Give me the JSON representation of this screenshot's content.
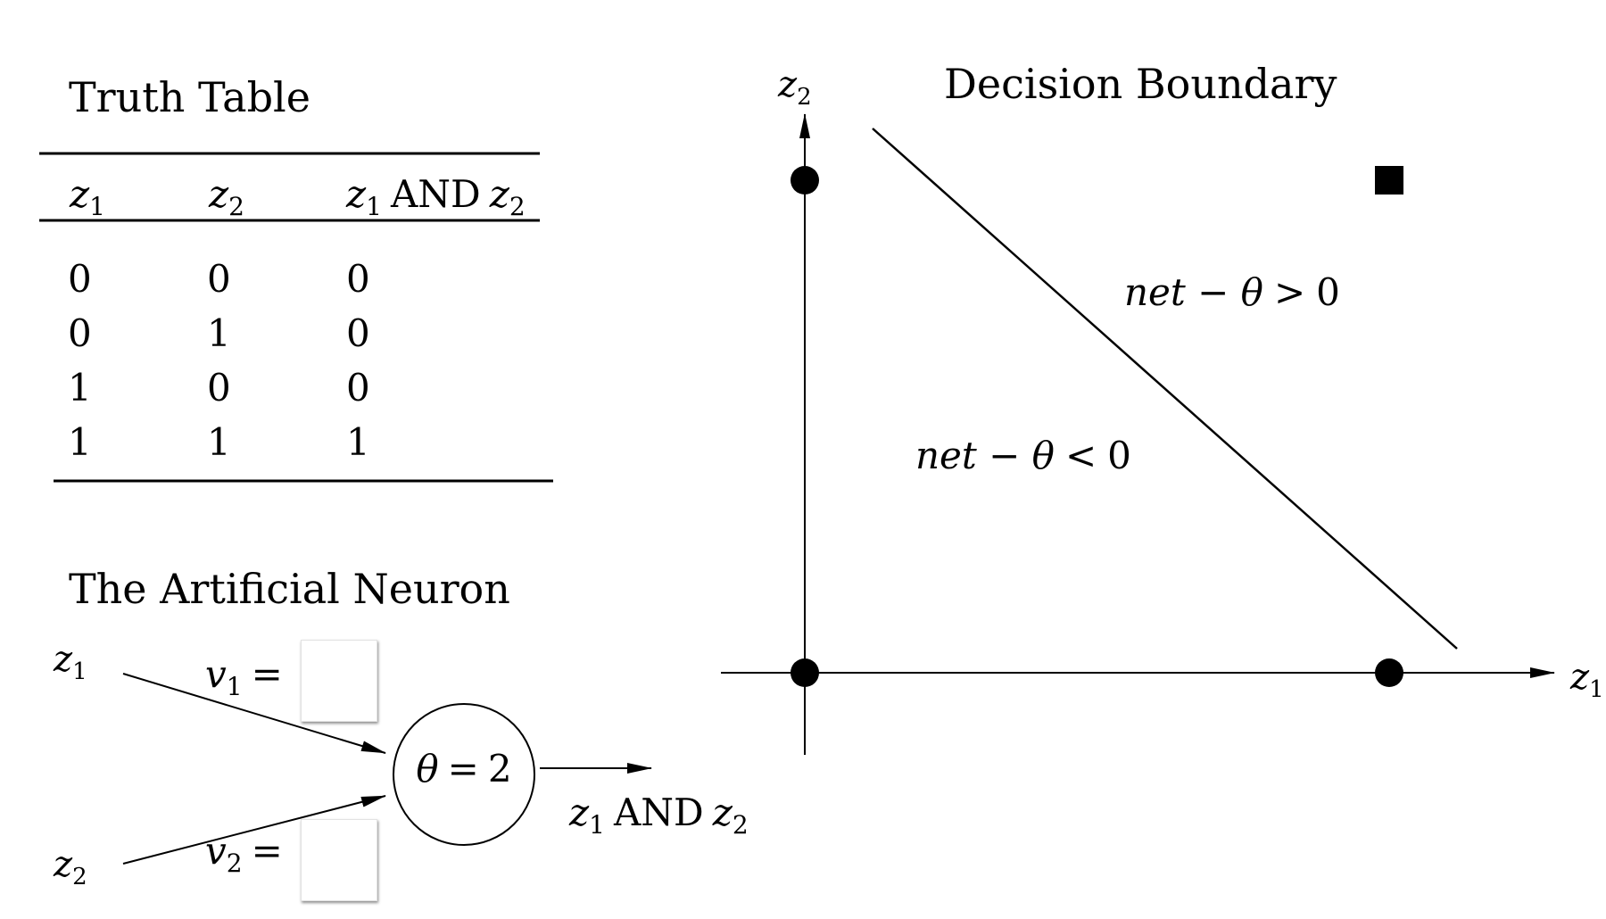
{
  "truth_table": {
    "title": "Truth Table",
    "headers": [
      {
        "var": "z",
        "sub": "1"
      },
      {
        "var": "z",
        "sub": "2"
      },
      {
        "var1": "z",
        "sub1": "1",
        "op": "AND",
        "var2": "z",
        "sub2": "2"
      }
    ],
    "rows": [
      [
        "0",
        "0",
        "0"
      ],
      [
        "0",
        "1",
        "0"
      ],
      [
        "1",
        "0",
        "0"
      ],
      [
        "1",
        "1",
        "1"
      ]
    ]
  },
  "neuron": {
    "title": "The Artificial Neuron",
    "input1": {
      "var": "z",
      "sub": "1"
    },
    "input2": {
      "var": "z",
      "sub": "2"
    },
    "weight1": {
      "var": "v",
      "sub": "1",
      "eq": "=",
      "value": ""
    },
    "weight2": {
      "var": "v",
      "sub": "2",
      "eq": "=",
      "value": ""
    },
    "threshold": {
      "symbol": "θ",
      "eq": "=",
      "value": "2"
    },
    "output": {
      "var1": "z",
      "sub1": "1",
      "op": "AND",
      "var2": "z",
      "sub2": "2"
    }
  },
  "decision_boundary": {
    "title": "Decision Boundary",
    "x_axis": {
      "var": "z",
      "sub": "1"
    },
    "y_axis": {
      "var": "z",
      "sub": "2"
    },
    "region_above": {
      "text": "net − θ",
      "rel": ">",
      "value": "0"
    },
    "region_below": {
      "text": "net − θ",
      "rel": "<",
      "value": "0"
    },
    "points": [
      {
        "z1": 0,
        "z2": 0,
        "marker": "circle"
      },
      {
        "z1": 1,
        "z2": 0,
        "marker": "circle"
      },
      {
        "z1": 0,
        "z2": 1,
        "marker": "circle"
      },
      {
        "z1": 1,
        "z2": 1,
        "marker": "square"
      }
    ]
  }
}
